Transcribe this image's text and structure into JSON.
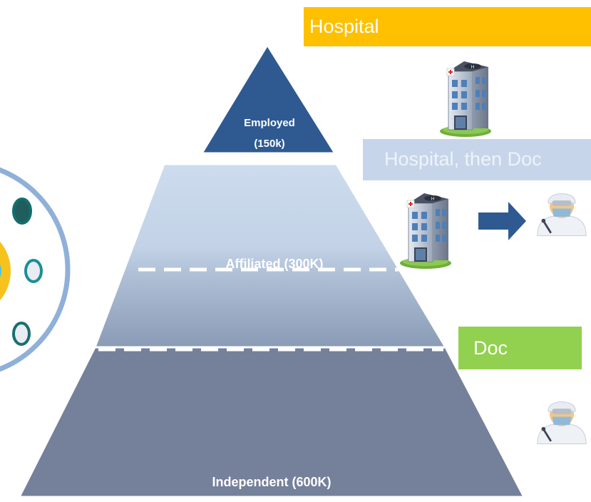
{
  "pyramid": {
    "tiers": [
      {
        "name": "employed",
        "label_line1": "Employed",
        "label_line2": "(150k)",
        "color": "#2E5A91"
      },
      {
        "name": "affiliated",
        "label": "Affiliated (300K)",
        "color_top": "#CCDCEE",
        "color_bottom": "#8A9BB5"
      },
      {
        "name": "independent",
        "label": "Independent (600K)",
        "color": "#75809A"
      }
    ]
  },
  "legend": {
    "hospital": {
      "label": "Hospital",
      "color": "#FFC000"
    },
    "hospital_then_doc": {
      "label": "Hospital, then Doc",
      "color": "#C7D5EA"
    },
    "doc": {
      "label": "Doc",
      "color": "#92D050"
    }
  },
  "icons": [
    "hospital-building-icon",
    "doctor-icon",
    "right-arrow-icon"
  ]
}
